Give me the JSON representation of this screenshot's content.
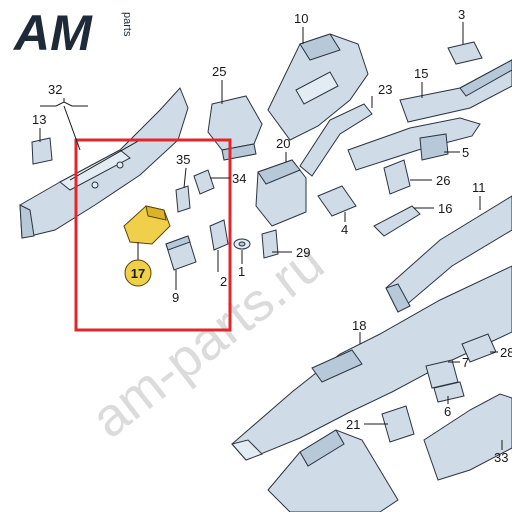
{
  "logo": {
    "mark": "AM",
    "suffix": "parts"
  },
  "watermark": "am-parts.ru",
  "highlight": {
    "border_color": "#e3262c",
    "part_color": "#f0cf4a",
    "label": "17"
  },
  "callouts": {
    "c10": "10",
    "c3": "3",
    "c25": "25",
    "c15": "15",
    "c32": "32",
    "c13": "13",
    "c23": "23",
    "c5": "5",
    "c35": "35",
    "c34": "34",
    "c20": "20",
    "c26": "26",
    "c11": "11",
    "c16": "16",
    "c4": "4",
    "c29": "29",
    "c1": "1",
    "c2": "2",
    "c9": "9",
    "c18": "18",
    "c28": "28",
    "c7": "7",
    "c6": "6",
    "c21": "21",
    "c33": "33"
  }
}
